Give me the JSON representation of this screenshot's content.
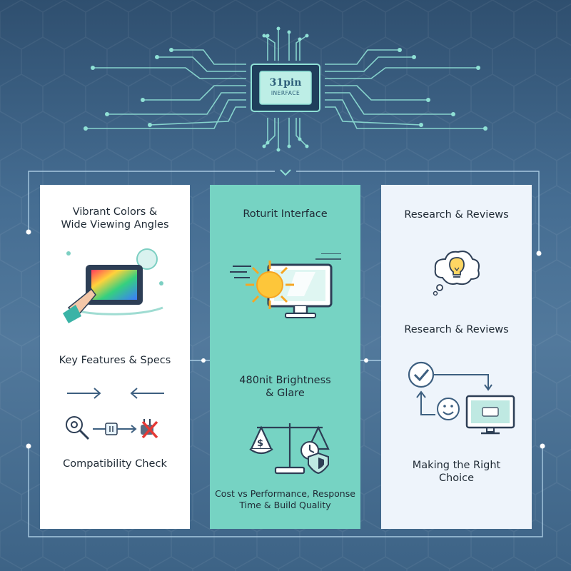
{
  "header": {
    "chip_line1": "31pin",
    "chip_line2": "INERFACE"
  },
  "left_panel": {
    "title": [
      "Vibrant Colors &",
      "Wide Viewing Angles"
    ],
    "features_title": "Key Features & Specs",
    "compat_title": "Compatibility Check",
    "icons": [
      "tablet-hand-icon",
      "arrow-right-icon",
      "arrow-left-icon",
      "gear-search-icon",
      "plug-crossed-icon"
    ]
  },
  "middle_panel": {
    "title": "Roturit Interface",
    "brightness_title": [
      "480nit Brightness",
      "& Glare"
    ],
    "bottom_text": [
      "Cost vs Performance, Response",
      "Time & Build Quality"
    ],
    "icons": [
      "sun-monitor-icon",
      "balance-scale-icon",
      "stopwatch-icon",
      "shield-icon"
    ]
  },
  "right_panel": {
    "title": "Research & Reviews",
    "subtitle": "Research & Reviews",
    "choice_title": [
      "Making the Right",
      "Choice"
    ],
    "icons": [
      "lightbulb-thought-icon",
      "checkmark-icon",
      "smiley-icon",
      "monitor-icon"
    ]
  },
  "colors": {
    "background": "#3f6689",
    "circuit": "#8fe0d5",
    "middle_panel": "#76d3c3",
    "left_panel": "#ffffff",
    "right_panel": "#eef4fb"
  }
}
